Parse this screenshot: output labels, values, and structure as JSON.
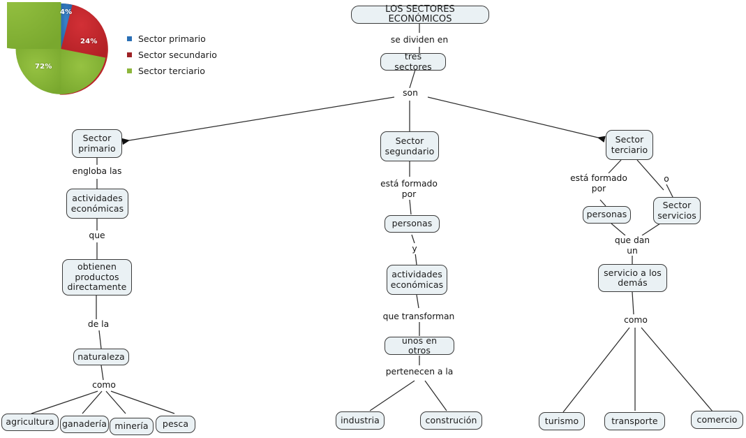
{
  "chart_data": {
    "type": "pie",
    "title": "",
    "categories": [
      "Sector primario",
      "Sector secundario",
      "Sector terciario"
    ],
    "values": [
      4,
      24,
      72
    ],
    "value_labels": [
      "4%",
      "24%",
      "72%"
    ],
    "colors": [
      "#2a6fb5",
      "#c0272d",
      "#7fae32"
    ],
    "legend_position": "right",
    "unit": "%"
  },
  "legend": {
    "items": [
      {
        "label": "Sector primario",
        "color": "#2a6fb5"
      },
      {
        "label": "Sector secundario",
        "color": "#c0272d"
      },
      {
        "label": "Sector terciario",
        "color": "#7fae32"
      }
    ]
  },
  "map": {
    "root": {
      "label": "LOS SECTORES ECONÓMICOS"
    },
    "nodes": {
      "tres_sectores": "tres sectores",
      "sector_primario": "Sector\nprimario",
      "sector_segundario": "Sector\nsegundario",
      "sector_terciario": "Sector\nterciario",
      "actividades_economicas_izq": "actividades\neconómicas",
      "obtienen": "obtienen\nproductos\ndirectamente",
      "naturaleza": "naturaleza",
      "agricultura": "agricultura",
      "ganaderia": "ganadería",
      "mineria": "minería",
      "pesca": "pesca",
      "personas_centro": "personas",
      "actividades_economicas_centro": "actividades\neconómicas",
      "unos_en_otros": "unos en otros",
      "industria": "industria",
      "construccion": "construción",
      "personas_derecha": "personas",
      "sector_servicios": "Sector\nservicios",
      "servicio_a_los_demas": "servicio a los\ndemás",
      "turismo": "turismo",
      "transporte": "transporte",
      "comercio": "comercio"
    },
    "links": {
      "se_dividen_en": "se dividen en",
      "son": "son",
      "engloba_las": "engloba las",
      "que": "que",
      "de_la": "de la",
      "como_izq": "como",
      "esta_formado_por_centro": "está formado\npor",
      "y": "y",
      "que_transforman": "que transforman",
      "pertenecen_a_la": "pertenecen a la",
      "esta_formado_por_der": "está formado\npor",
      "o": "o",
      "que_dan_un": "que dan\nun",
      "como_der": "como"
    }
  }
}
